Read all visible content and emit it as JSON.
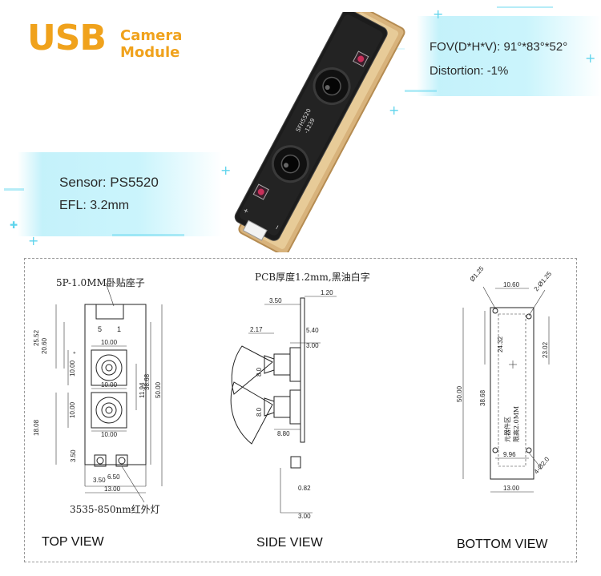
{
  "header": {
    "usb": "USB",
    "camera": "Camera",
    "module": "Module"
  },
  "specs_right": {
    "fov": "FOV(D*H*V): 91°*83°*52°",
    "distortion": "Distortion: -1%"
  },
  "specs_left": {
    "sensor": "Sensor: PS5520",
    "efl": "EFL: 3.2mm"
  },
  "board_print": {
    "line1": "SFH5520",
    "line2": "-1239"
  },
  "views": {
    "top": "TOP VIEW",
    "side": "SIDE VIEW",
    "bottom": "BOTTOM VIEW"
  },
  "notes": {
    "connector": "5P-1.0MM卧贴座子",
    "pcb": "PCB厚度1.2mm,黑油白字",
    "ir_led": "3535-850nm红外灯",
    "component_area": "元器件区",
    "height_limit": "限高2.0MM",
    "pin1": "1",
    "pin5": "5"
  },
  "dims_top": {
    "h_25_52": "25.52",
    "h_20_60": "20.60",
    "h_10_00a": "10.00",
    "h_10_00b": "10.00",
    "h_10_00c": "10.00",
    "h_18_08": "18.08",
    "h_11_94": "11.94",
    "h_38_68": "38.68",
    "h_50_00": "50.00",
    "w_10_00a": "10.00",
    "w_10_00b": "10.00",
    "w_10_00c": "10.00",
    "w_3_50": "3.50",
    "w_6_50": "6.50",
    "w_3_50b": "3.50",
    "w_13_00": "13.00"
  },
  "dims_side": {
    "d_3_50": "3.50",
    "d_1_20": "1.20",
    "d_2_17": "2.17",
    "d_5_40": "5.40",
    "d_3_00a": "3.00",
    "d_8_0a": "8.0",
    "d_8_0b": "8.0",
    "d_8_80": "8.80",
    "d_0_82": "0.82",
    "d_3_00b": "3.00"
  },
  "dims_bottom": {
    "hole_tl": "Ø1.25",
    "w_10_60": "10.60",
    "hole_tr": "2-Ø1.25",
    "h_24_32": "24.32",
    "h_23_02": "23.02",
    "h_38_68": "38.68",
    "h_50_00": "50.00",
    "w_9_96": "9.96",
    "hole_br": "4-Ø2.0",
    "w_13_00": "13.00"
  }
}
